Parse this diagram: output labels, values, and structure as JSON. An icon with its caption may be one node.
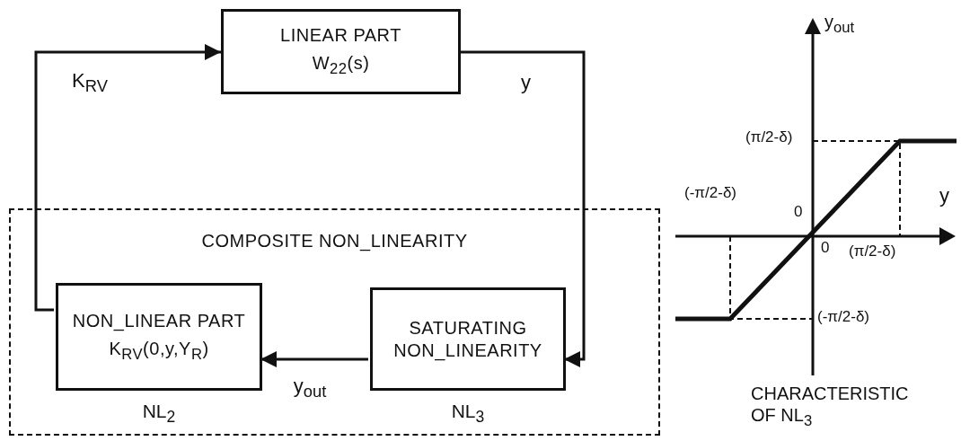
{
  "diagram": {
    "nodes": [
      {
        "text": [
          "LINEAR PART",
          "W$_{22}$(s)"
        ]
      },
      {
        "text": [
          "COMPOSITE NON_LINEARITY"
        ]
      },
      {
        "text": [
          "NON_LINEAR PART",
          "K$_{RV}$(0,y,Y$_{R}$)"
        ],
        "in": 1,
        "beside": [
          "NL$_{2}$"
        ]
      },
      {
        "text": [
          "SATURATING NON_LINEARITY"
        ],
        "in": 1,
        "beside": [
          "NL$_{3}$"
        ]
      }
    ],
    "edges": [
      {
        "from": 0,
        "to": 3,
        "arrow": "to",
        "label": "y"
      },
      {
        "from": 3,
        "to": 2,
        "arrow": "to",
        "label": "y$_{out}$"
      },
      {
        "from": 2,
        "to": 0,
        "arrow": "to",
        "label": "K$_{RV}$"
      }
    ],
    "labels": [
      "y$_{out}$",
      "y",
      "(π/2-δ)",
      "(-π/2-δ)",
      "0",
      "0",
      "(π/2-δ)",
      "(-π/2-δ)",
      "CHARACTERISTIC OF NL$_{3}$"
    ]
  }
}
